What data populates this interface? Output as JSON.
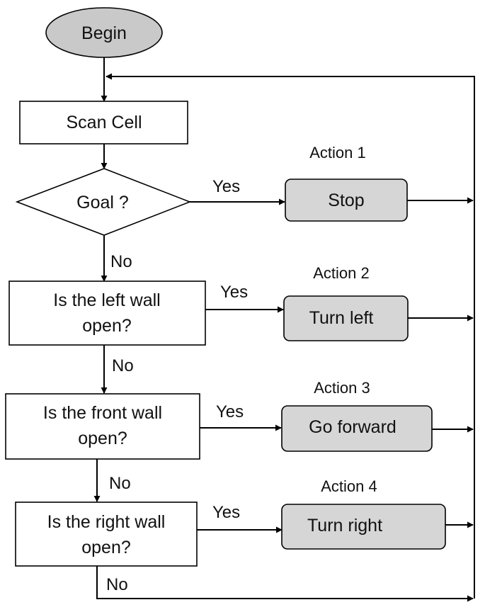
{
  "nodes": {
    "begin": "Begin",
    "scan": "Scan Cell",
    "goal": "Goal ?",
    "left_q": [
      "Is the left wall",
      "open?"
    ],
    "front_q": [
      "Is the front wall",
      "open?"
    ],
    "right_q": [
      "Is the right wall",
      "open?"
    ],
    "stop": "Stop",
    "turn_left": "Turn left",
    "go_forward": "Go forward",
    "turn_right": "Turn right"
  },
  "actions": {
    "a1": "Action 1",
    "a2": "Action 2",
    "a3": "Action 3",
    "a4": "Action 4"
  },
  "labels": {
    "yes": "Yes",
    "no": "No"
  },
  "colors": {
    "terminal_fill": "#c9c9c9",
    "action_fill": "#d6d6d6",
    "stroke": "#000000"
  }
}
